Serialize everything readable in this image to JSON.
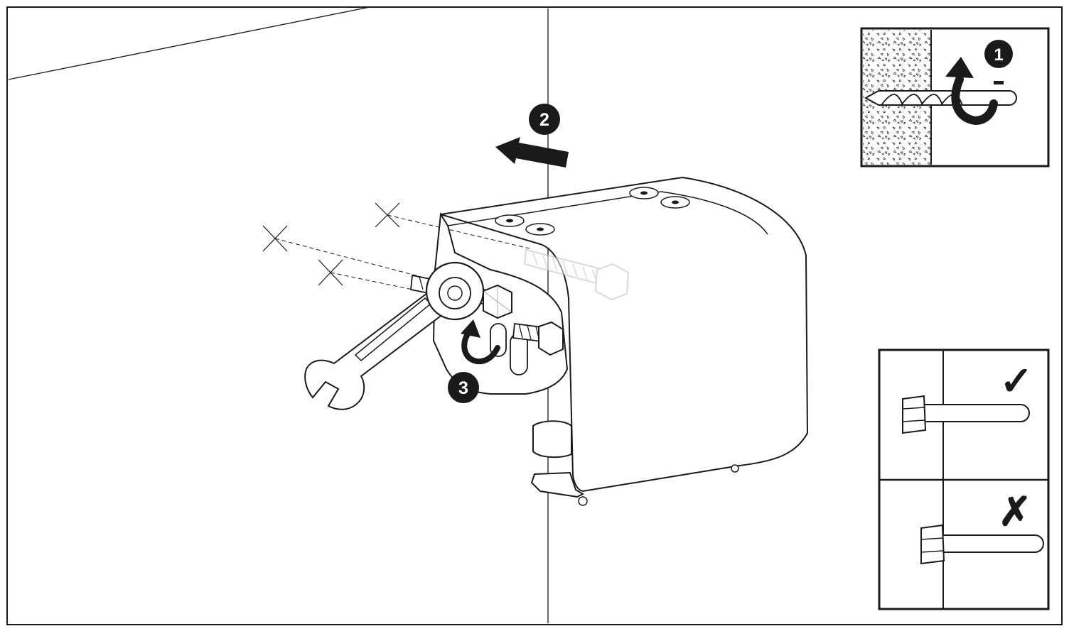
{
  "steps": [
    {
      "number": "1",
      "meaning": "drill-hole"
    },
    {
      "number": "2",
      "meaning": "push-against-wall"
    },
    {
      "number": "3",
      "meaning": "tighten-bolt"
    }
  ],
  "correct_mark": "✓",
  "incorrect_mark": "✗",
  "colors": {
    "ink": "#1a1a1a",
    "paper": "#ffffff",
    "ghost": "#bdbdbd"
  },
  "icons": [
    "drill-bit-icon",
    "rotation-arrow-icon",
    "push-arrow-icon",
    "wrench-icon",
    "anchor-bolt-icon",
    "check-mark-icon",
    "cross-mark-icon"
  ]
}
